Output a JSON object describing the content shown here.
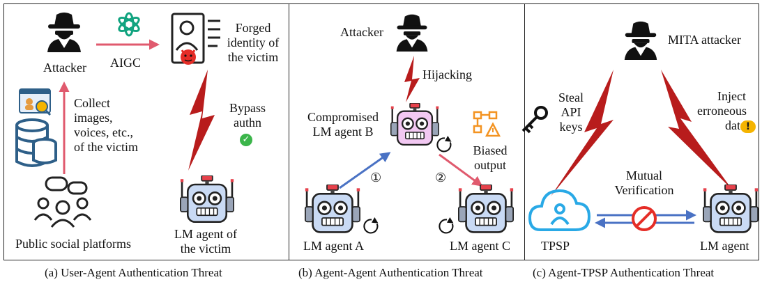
{
  "panel_a": {
    "attacker_label": "Attacker",
    "aigc_label": "AIGC",
    "forged_label": [
      "Forged",
      "identity of",
      "the victim"
    ],
    "collect_label": [
      "Collect",
      "images,",
      "voices, etc.,",
      "of the victim"
    ],
    "bypass_label": [
      "Bypass",
      "authn"
    ],
    "public_label": "Public social platforms",
    "agent_label": [
      "LM agent of",
      "the victim"
    ]
  },
  "panel_b": {
    "attacker_label": "Attacker",
    "hijacking_label": "Hijacking",
    "compromised_label": [
      "Compromised",
      "LM agent B"
    ],
    "biased_label": [
      "Biased",
      "output"
    ],
    "step1_label": "①",
    "step2_label": "②",
    "agent_a_label": "LM agent A",
    "agent_c_label": "LM agent C"
  },
  "panel_c": {
    "attacker_label": "MITA attacker",
    "steal_label": [
      "Steal",
      "API",
      "keys"
    ],
    "inject_label": [
      "Inject",
      "erroneous",
      "data"
    ],
    "mutual_label": [
      "Mutual",
      "Verification"
    ],
    "tpsp_label": "TPSP",
    "agent_label": "LM agent"
  },
  "captions": {
    "a": "(a) User-Agent Authentication Threat",
    "b": "(b) Agent-Agent Authentication Threat",
    "c": "(c) Agent-TPSP Authentication Threat"
  },
  "icons": {
    "attacker": "spy-icon",
    "openai": "openai-logo-icon",
    "forged_identity": "id-card-devil-icon",
    "database": "database-icon",
    "profile_search": "profile-search-icon",
    "social_group": "people-chat-icon",
    "robot": "robot-icon",
    "key": "key-icon",
    "cloud_user": "cloud-user-icon",
    "prohibited": "prohibited-icon",
    "workflow_warning": "workflow-warning-icon",
    "check": "check-badge-icon",
    "warning": "warning-badge-icon"
  },
  "colors": {
    "red_arrow": "#e05a6e",
    "blue_arrow": "#4a72c4",
    "lightning": "#b81c1c",
    "robot_blue": "#c9daf4",
    "robot_pink": "#f2c8f2",
    "tpsp_blue": "#29a9e6",
    "orange": "#f39321",
    "green": "#3bb54a",
    "amber": "#f5b400"
  }
}
